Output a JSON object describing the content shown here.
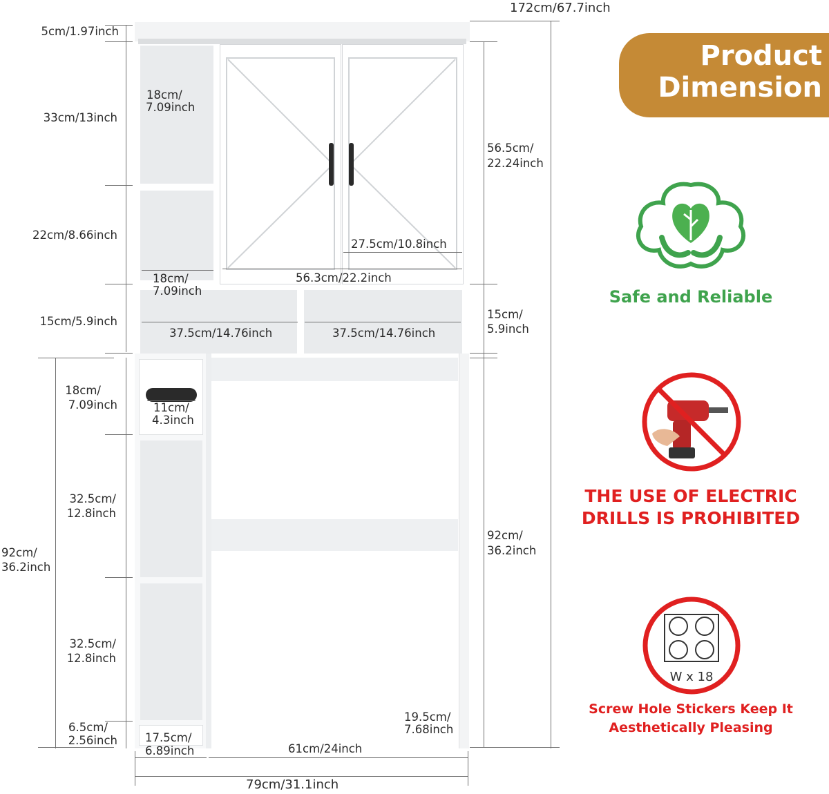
{
  "title": {
    "line1": "Product",
    "line2": "Dimension"
  },
  "colors": {
    "accent": "#c58a36",
    "safe_green": "#3fa34d",
    "warning_red": "#e02020",
    "cabinet_white": "#ffffff",
    "cabinet_shadow": "#e9ebed"
  },
  "dimensions": {
    "total_height": "172cm/67.7inch",
    "top_trim": "5cm/1.97inch",
    "upper_shelf": "33cm/13inch",
    "side_shelf_width_a1": "18cm/",
    "side_shelf_width_a2": "7.09inch",
    "middle_shelf": "22cm/8.66inch",
    "side_shelf_width_b1": "18cm/",
    "side_shelf_width_b2": "7.09inch",
    "door_section_1": "56.5cm/",
    "door_section_2": "22.24inch",
    "door_width": "27.5cm/10.8inch",
    "cabinet_width": "56.3cm/22.2inch",
    "open_shelf_left": "15cm/5.9inch",
    "open_shelf_right_1": "15cm/",
    "open_shelf_right_2": "5.9inch",
    "open_width_left": "37.5cm/14.76inch",
    "open_width_right": "37.5cm/14.76inch",
    "drawer_height_1": "18cm/",
    "drawer_height_2": "7.09inch",
    "handle_1": "11cm/",
    "handle_2": "4.3inch",
    "lower_shelf_a_1": "32.5cm/",
    "lower_shelf_a_2": "12.8inch",
    "lower_total_1": "92cm/",
    "lower_total_2": "36.2inch",
    "right_lower_1": "92cm/",
    "right_lower_2": "36.2inch",
    "lower_shelf_b_1": "32.5cm/",
    "lower_shelf_b_2": "12.8inch",
    "base_1": "6.5cm/",
    "base_2": "2.56inch",
    "base_width_1": "17.5cm/",
    "base_width_2": "6.89inch",
    "leg_depth_1": "19.5cm/",
    "leg_depth_2": "7.68inch",
    "inner_width": "61cm/24inch",
    "total_width": "79cm/31.1inch"
  },
  "features": {
    "safe": "Safe and Reliable",
    "drill_1": "THE USE OF ELECTRIC",
    "drill_2": "DRILLS IS PROHIBITED",
    "sticker_count": "W x 18",
    "sticker_1": "Screw Hole Stickers Keep It",
    "sticker_2": "Aesthetically Pleasing"
  },
  "icons": [
    "leaf-hands-icon",
    "no-drill-icon",
    "screw-sticker-icon"
  ]
}
